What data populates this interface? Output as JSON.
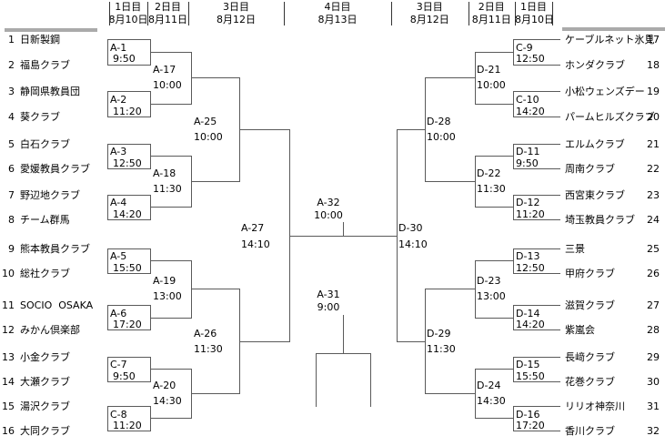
{
  "header": {
    "columns": [
      {
        "day": "1日目",
        "date": "8月10日"
      },
      {
        "day": "2日目",
        "date": "8月11日"
      },
      {
        "day": "3日目",
        "date": "8月12日"
      },
      {
        "day": "4日目",
        "date": "8月13日"
      },
      {
        "day": "3日目",
        "date": "8月12日"
      },
      {
        "day": "2日目",
        "date": "8月11日"
      },
      {
        "day": "1日目",
        "date": "8月10日"
      }
    ]
  },
  "teams": {
    "left": [
      {
        "seed": "1",
        "name": "日新製鋼"
      },
      {
        "seed": "2",
        "name": "福島クラブ"
      },
      {
        "seed": "3",
        "name": "静岡県教員団"
      },
      {
        "seed": "4",
        "name": "葵クラブ"
      },
      {
        "seed": "5",
        "name": "白石クラブ"
      },
      {
        "seed": "6",
        "name": "愛媛教員クラブ"
      },
      {
        "seed": "7",
        "name": "野辺地クラブ"
      },
      {
        "seed": "8",
        "name": "チーム群馬"
      },
      {
        "seed": "9",
        "name": "熊本教員クラブ"
      },
      {
        "seed": "10",
        "name": "総社クラブ"
      },
      {
        "seed": "11",
        "name": "SOCIO  OSAKA"
      },
      {
        "seed": "12",
        "name": "みかん倶楽部"
      },
      {
        "seed": "13",
        "name": "小金クラブ"
      },
      {
        "seed": "14",
        "name": "大瀬クラブ"
      },
      {
        "seed": "15",
        "name": "湯沢クラブ"
      },
      {
        "seed": "16",
        "name": "大同クラブ"
      }
    ],
    "right": [
      {
        "seed": "17",
        "name": "ケーブルネット氷見"
      },
      {
        "seed": "18",
        "name": "ホンダクラブ"
      },
      {
        "seed": "19",
        "name": "小松ウェンズデー"
      },
      {
        "seed": "20",
        "name": "パームヒルズクラブ"
      },
      {
        "seed": "21",
        "name": "エルムクラブ"
      },
      {
        "seed": "22",
        "name": "周南クラブ"
      },
      {
        "seed": "23",
        "name": "西宮東クラブ"
      },
      {
        "seed": "24",
        "name": "埼玉教員クラブ"
      },
      {
        "seed": "25",
        "name": "三景"
      },
      {
        "seed": "26",
        "name": "甲府クラブ"
      },
      {
        "seed": "27",
        "name": "滋賀クラブ"
      },
      {
        "seed": "28",
        "name": "紫嵐会"
      },
      {
        "seed": "29",
        "name": "長﨑クラブ"
      },
      {
        "seed": "30",
        "name": "花巻クラブ"
      },
      {
        "seed": "31",
        "name": "リリオ神奈川"
      },
      {
        "seed": "32",
        "name": "香川クラブ"
      }
    ]
  },
  "bracket": {
    "left": {
      "round1": [
        {
          "id": "A-1",
          "time": "9:50"
        },
        {
          "id": "A-2",
          "time": "11:20"
        },
        {
          "id": "A-3",
          "time": "12:50"
        },
        {
          "id": "A-4",
          "time": "14:20"
        },
        {
          "id": "A-5",
          "time": "15:50"
        },
        {
          "id": "A-6",
          "time": "17:20"
        },
        {
          "id": "C-7",
          "time": "9:50"
        },
        {
          "id": "C-8",
          "time": "11:20"
        }
      ],
      "round2": [
        {
          "id": "A-17",
          "time": "10:00"
        },
        {
          "id": "A-18",
          "time": "11:30"
        },
        {
          "id": "A-19",
          "time": "13:00"
        },
        {
          "id": "A-20",
          "time": "14:30"
        }
      ],
      "round3": [
        {
          "id": "A-25",
          "time": "10:00"
        },
        {
          "id": "A-26",
          "time": "11:30"
        }
      ],
      "semifinal": {
        "id": "A-27",
        "time": "14:10"
      }
    },
    "right": {
      "round1": [
        {
          "id": "C-9",
          "time": "12:50"
        },
        {
          "id": "C-10",
          "time": "14:20"
        },
        {
          "id": "D-11",
          "time": "9:50"
        },
        {
          "id": "D-12",
          "time": "11:20"
        },
        {
          "id": "D-13",
          "time": "12:50"
        },
        {
          "id": "D-14",
          "time": "14:20"
        },
        {
          "id": "D-15",
          "time": "15:50"
        },
        {
          "id": "D-16",
          "time": "17:20"
        }
      ],
      "round2": [
        {
          "id": "D-21",
          "time": "10:00"
        },
        {
          "id": "D-22",
          "time": "11:30"
        },
        {
          "id": "D-23",
          "time": "13:00"
        },
        {
          "id": "D-24",
          "time": "14:30"
        }
      ],
      "round3": [
        {
          "id": "D-28",
          "time": "10:00"
        },
        {
          "id": "D-29",
          "time": "11:30"
        }
      ],
      "semifinal": {
        "id": "D-30",
        "time": "14:10"
      }
    },
    "final": {
      "id": "A-32",
      "time": "10:00"
    },
    "third_place": {
      "id": "A-31",
      "time": "9:00"
    }
  },
  "colors": {
    "line": "#5a5a5a",
    "header_divider": "#333333",
    "accent_bar": "#aaaaaa",
    "text": "#000000",
    "background": "#ffffff"
  }
}
